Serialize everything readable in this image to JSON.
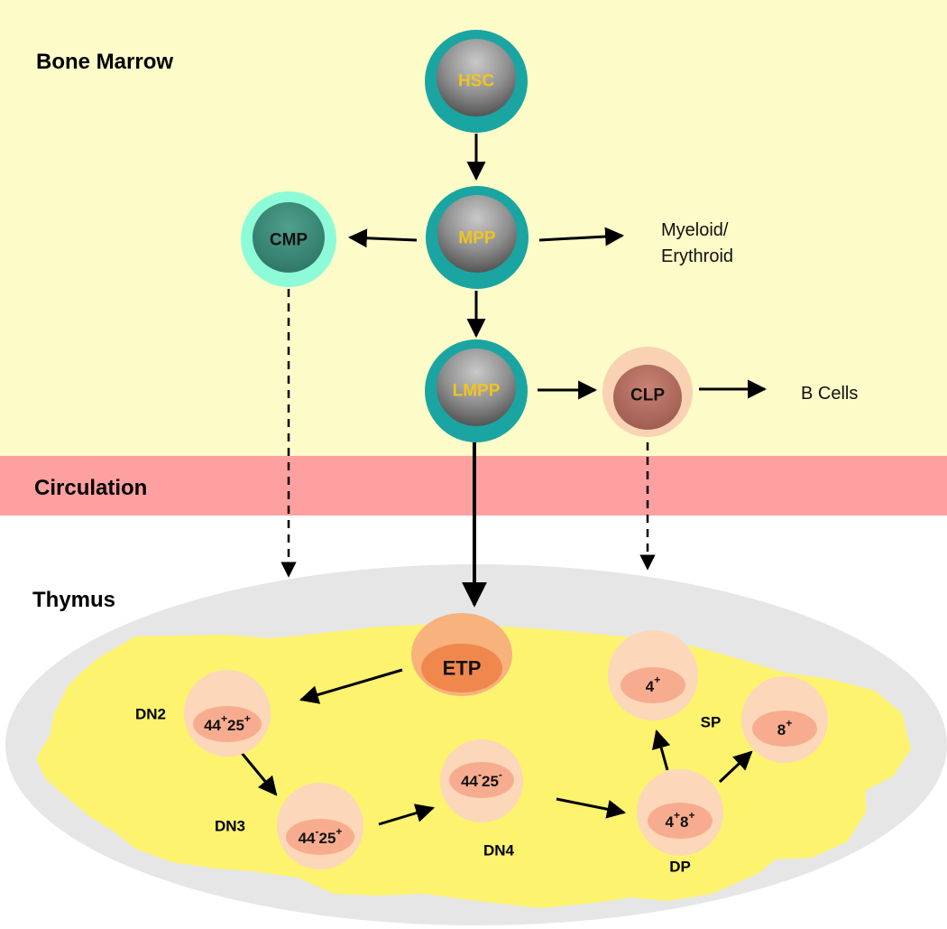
{
  "colors": {
    "bone_marrow": "#fdfbc8",
    "circulation": "#fea0a0",
    "thymus_outer": "#e6e6e6",
    "thymus_inner": "#fdf36f",
    "teal_ring": "#1aa5a2",
    "cmp_ring": "#8dfbd8",
    "cmp_core": "#3a8c79",
    "clp_ring": "#f9d2b4",
    "clp_core": "#b46d61",
    "etp_ring": "#f7b27d",
    "etp_core": "#f0884d",
    "thymocyte_ring": "#fcd7b9",
    "thymocyte_core": "#f7ac90",
    "label_gold": "#f2c41e"
  },
  "regions": {
    "bone_marrow": "Bone Marrow",
    "circulation": "Circulation",
    "thymus": "Thymus"
  },
  "cells": {
    "hsc": "HSC",
    "mpp": "MPP",
    "cmp": "CMP",
    "lmpp": "LMPP",
    "clp": "CLP",
    "etp": "ETP"
  },
  "outputs": {
    "myeloid_line1": "Myeloid/",
    "myeloid_line2": "Erythroid",
    "b_cells": "B Cells"
  },
  "thymocytes": {
    "dn2": {
      "stage": "DN2",
      "a": "44",
      "a_sup": "+",
      "b": "25",
      "b_sup": "+"
    },
    "dn3": {
      "stage": "DN3",
      "a": "44",
      "a_sup": "-",
      "b": "25",
      "b_sup": "+"
    },
    "dn4": {
      "stage": "DN4",
      "a": "44",
      "a_sup": "-",
      "b": "25",
      "b_sup": "-"
    },
    "dp": {
      "stage": "DP",
      "a": "4",
      "a_sup": "+",
      "b": "8",
      "b_sup": "+"
    },
    "sp4": {
      "a": "4",
      "a_sup": "+"
    },
    "sp8": {
      "a": "8",
      "a_sup": "+"
    },
    "sp_label": "SP"
  }
}
